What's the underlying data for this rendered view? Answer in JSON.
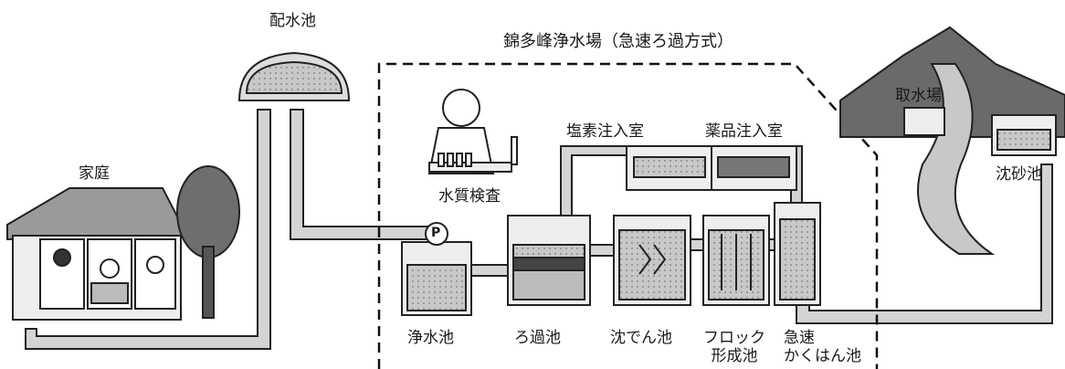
{
  "title": "錦多峰浄水場（急速ろ過方式）",
  "labels": {
    "reservoir": "配水池",
    "home": "家庭",
    "water_quality": "水質検査",
    "chlorine_room": "塩素注入室",
    "chemical_room": "薬品注入室",
    "intake": "取水場",
    "sand_basin": "沈砂池",
    "pump": "P",
    "clear_well": "浄水池",
    "filter_basin": "ろ過池",
    "sedimentation": "沈でん池",
    "floc_line1": "フロック",
    "floc_line2": "形成池",
    "mix_line1": "急速",
    "mix_line2": "かくはん池"
  },
  "colors": {
    "ink": "#1a1a1a",
    "pipe": "#cfcfcf",
    "water": "#bdbdbd",
    "dark": "#555555",
    "mountain": "#6a6a6a"
  }
}
